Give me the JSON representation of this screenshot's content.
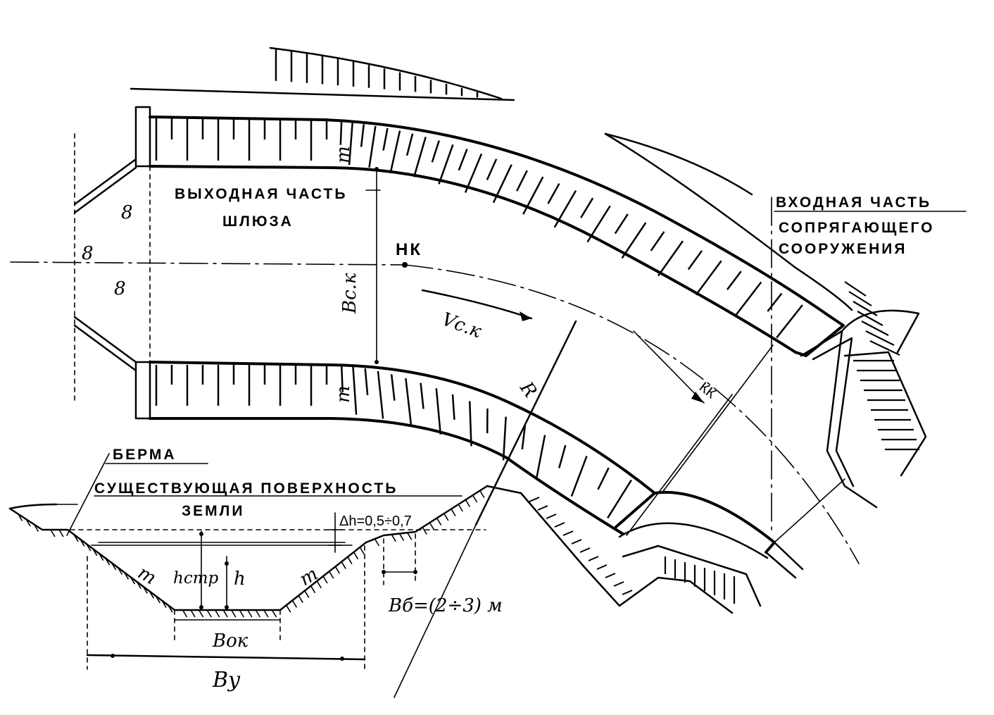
{
  "labels": {
    "outlet_line1": "ВЫХОДНАЯ ЧАСТЬ",
    "outlet_line2": "ШЛЮЗА",
    "inlet_line1": "ВХОДНАЯ ЧАСТЬ",
    "inlet_line2": "СОПРЯГАЮЩЕГО",
    "inlet_line3": "СООРУЖЕНИЯ",
    "nk": "НК",
    "kk": "КК",
    "b_ck": "Bс.к",
    "v_ck": "Vс.к",
    "r": "R",
    "m_top": "m",
    "m_bottom": "m",
    "symbol_1": "8",
    "symbol_2": "8",
    "symbol_3": "8",
    "berm": "БЕРМА",
    "ground_line1": "СУЩЕСТВУЮЩАЯ ПОВЕРХНОСТЬ",
    "ground_line2": "ЗЕМЛИ",
    "delta_h": "Δh=0,5÷0,7",
    "h_tr": "hстр",
    "h": "h",
    "m_left": "m",
    "m_right": "m",
    "b_ok": "Bок",
    "b_u": "By",
    "b_b": "Bб=(2÷3) м"
  }
}
